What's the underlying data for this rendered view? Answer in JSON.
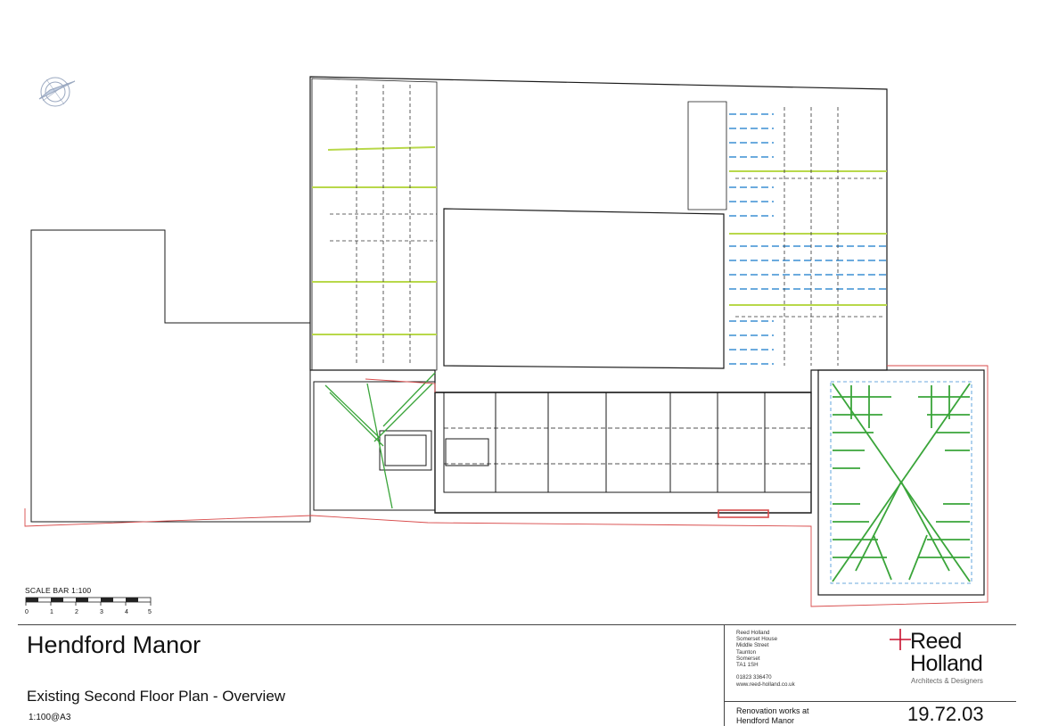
{
  "project": {
    "title": "Hendford Manor",
    "drawing_title": "Existing Second Floor Plan - Overview",
    "scale_note": "1:100@A3"
  },
  "scale_bar": {
    "title": "SCALE BAR 1:100",
    "ticks": [
      "0",
      "1",
      "2",
      "3",
      "4",
      "5"
    ]
  },
  "firm": {
    "logo_line1": "Reed",
    "logo_line2": "Holland",
    "tagline": "Architects & Designers",
    "accent_color": "#c8102e",
    "address": [
      "Reed Holland",
      "Somerset House",
      "Middle Street",
      "Taunton",
      "Somerset",
      "TA1 1SH",
      "",
      "01823 336470",
      "www.reed-holland.co.uk"
    ]
  },
  "project_desc": [
    "Renovation works at",
    "Hendford Manor"
  ],
  "drawing_number": "19.72.03",
  "plan_colors": {
    "line": "#1a1a1a",
    "green": "#3aa53a",
    "lime": "#b8d84a",
    "blue": "#3b8fd4",
    "red": "#d84a4a"
  }
}
